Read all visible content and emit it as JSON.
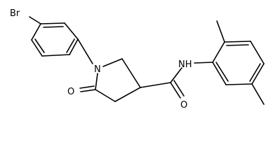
{
  "molecule": {
    "atoms": {
      "bromine": "Br",
      "ring_nitrogen": "N",
      "ketone_oxygen": "O",
      "amide_nh": "NH",
      "amide_oxygen": "O"
    }
  },
  "colors": {
    "bond": "#000000",
    "background": "#ffffff"
  }
}
